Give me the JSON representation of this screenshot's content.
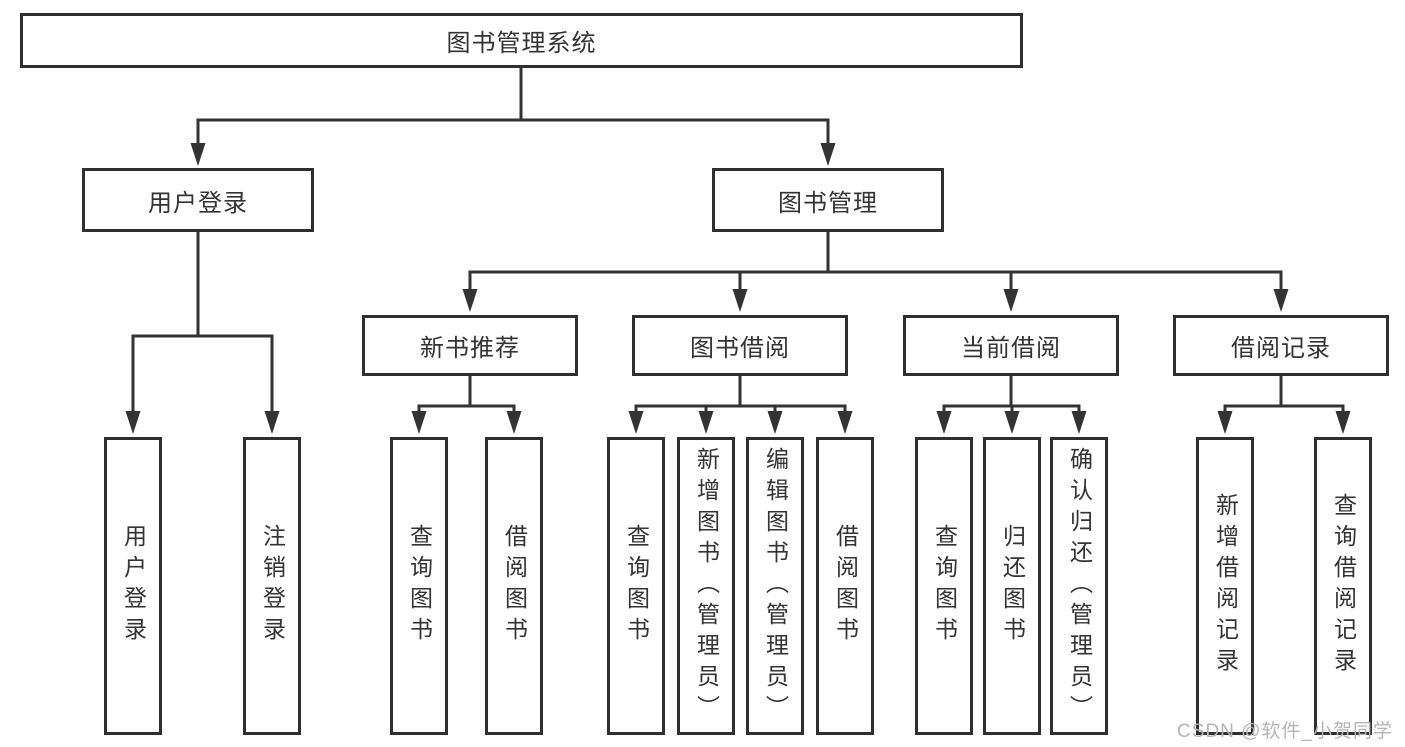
{
  "diagram": {
    "nodes": {
      "root": "图书管理系统",
      "user_login": "用户登录",
      "book_mgmt": "图书管理",
      "new_book": "新书推荐",
      "book_borrow": "图书借阅",
      "current_borrow": "当前借阅",
      "borrow_record": "借阅记录",
      "leaf_user_login": "用户登录",
      "leaf_logout": "注销登录",
      "leaf_newbook_query": "查询图书",
      "leaf_newbook_borrow": "借阅图书",
      "leaf_bb_query": "查询图书",
      "leaf_bb_add": "新增图书（管理员）",
      "leaf_bb_edit": "编辑图书（管理员）",
      "leaf_bb_borrow": "借阅图书",
      "leaf_cb_query": "查询图书",
      "leaf_cb_return": "归还图书",
      "leaf_cb_confirm": "确认归还（管理员）",
      "leaf_rec_add": "新增借阅记录",
      "leaf_rec_query": "查询借阅记录"
    },
    "colors": {
      "line": "#333333",
      "box_border": "#2f2f2f",
      "box_fill": "#ffffff",
      "text": "#333333",
      "watermark": "#b5b5b5"
    },
    "watermark": "CSDN @软件_小贺同学"
  }
}
